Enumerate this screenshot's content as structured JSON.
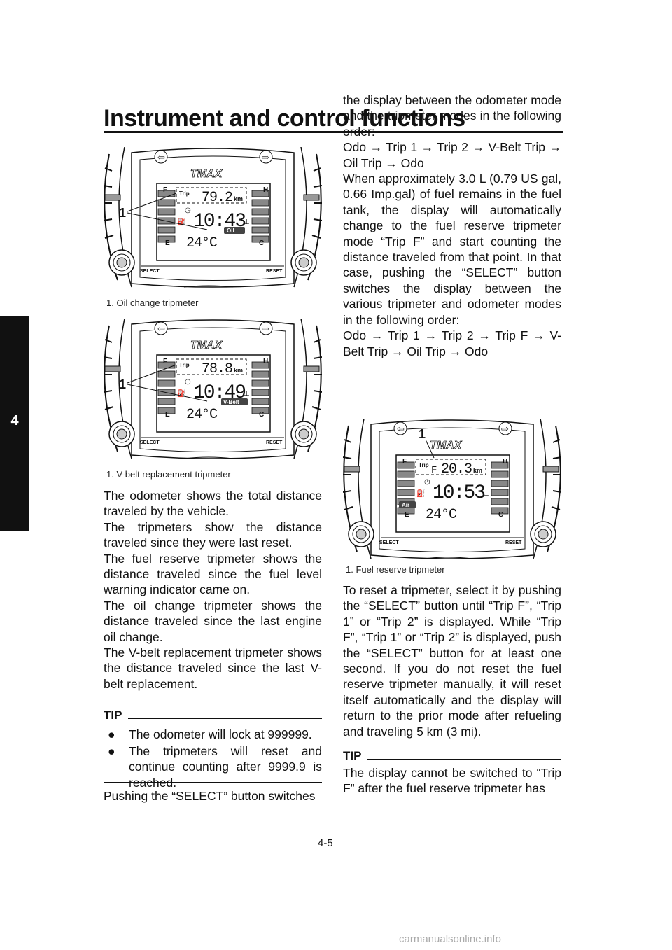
{
  "page": {
    "title": "Instrument and control functions",
    "chapter": "4",
    "page_number": "4-5",
    "watermark": "carmanualsonline.info"
  },
  "figures": {
    "oil": {
      "caption": "1.  Oil change tripmeter",
      "callout": "1",
      "brand": "TMAX",
      "trip_label": "Trip",
      "trip_prefix": "",
      "trip_value": "79.2",
      "unit": "km",
      "clock": "10:43",
      "temperature": "24°C",
      "indicator": "Oil",
      "gauge_f": "F",
      "gauge_e": "E",
      "gauge_h": "H",
      "gauge_c": "C",
      "select_label": "SELECT",
      "reset_label": "RESET"
    },
    "vbelt": {
      "caption": "1.  V-belt replacement tripmeter",
      "callout": "1",
      "brand": "TMAX",
      "trip_label": "Trip",
      "trip_prefix": "",
      "trip_value": "78.8",
      "unit": "km",
      "clock": "10:49",
      "temperature": "24°C",
      "indicator": "V-Belt",
      "gauge_f": "F",
      "gauge_e": "E",
      "gauge_h": "H",
      "gauge_c": "C",
      "select_label": "SELECT",
      "reset_label": "RESET"
    },
    "fuel": {
      "caption": "1.  Fuel reserve tripmeter",
      "callout": "1",
      "brand": "TMAX",
      "trip_label": "Trip",
      "trip_prefix": "F",
      "trip_value": "20.3",
      "unit": "km",
      "clock": "10:53",
      "temperature": "24°C",
      "indicator": "Air",
      "gauge_f": "F",
      "gauge_e": "E",
      "gauge_h": "H",
      "gauge_c": "C",
      "select_label": "SELECT",
      "reset_label": "RESET"
    }
  },
  "left_column": {
    "paragraphs": [
      "The odometer shows the total distance traveled by the vehicle.",
      "The tripmeters show the distance traveled since they were last reset.",
      "The fuel reserve tripmeter shows the distance traveled since the fuel level warning indicator came on.",
      "The oil change tripmeter shows the distance traveled since the last engine oil change.",
      "The V-belt replacement tripmeter shows the distance traveled since the last V-belt replacement."
    ],
    "tip_heading": "TIP",
    "tip_bullets": [
      "The odometer will lock at 999999.",
      "The tripmeters will reset and continue counting after 9999.9 is reached."
    ],
    "after_tip": "Pushing the “SELECT” button switches"
  },
  "right_column": {
    "paragraphs": [
      "the display between the odometer mode and the tripmeter modes in the following order:",
      "Odo → Trip 1 → Trip 2 → V-Belt Trip → Oil Trip → Odo",
      "When approximately 3.0 L (0.79 US gal, 0.66 Imp.gal) of fuel remains in the fuel tank, the display will automatically change to the fuel reserve tripmeter mode “Trip F” and start counting the distance traveled from that point. In that case, pushing the “SELECT” button switches the display between the various tripmeter and odometer modes in the following order:",
      "Odo → Trip 1 → Trip 2 → Trip F → V-Belt Trip → Oil Trip → Odo"
    ],
    "reset_paragraph": "To reset a tripmeter, select it by pushing the “SELECT” button until “Trip F”, “Trip 1” or “Trip 2” is displayed. While “Trip F”, “Trip 1” or “Trip 2” is displayed, push the “SELECT” button for at least one second. If you do not reset the fuel reserve tripmeter manually, it will reset itself automatically and the display will return to the prior mode after refueling and traveling 5 km (3 mi).",
    "tip_heading": "TIP",
    "tip_text": "The display cannot be switched to “Trip F” after the fuel reserve tripmeter has"
  }
}
